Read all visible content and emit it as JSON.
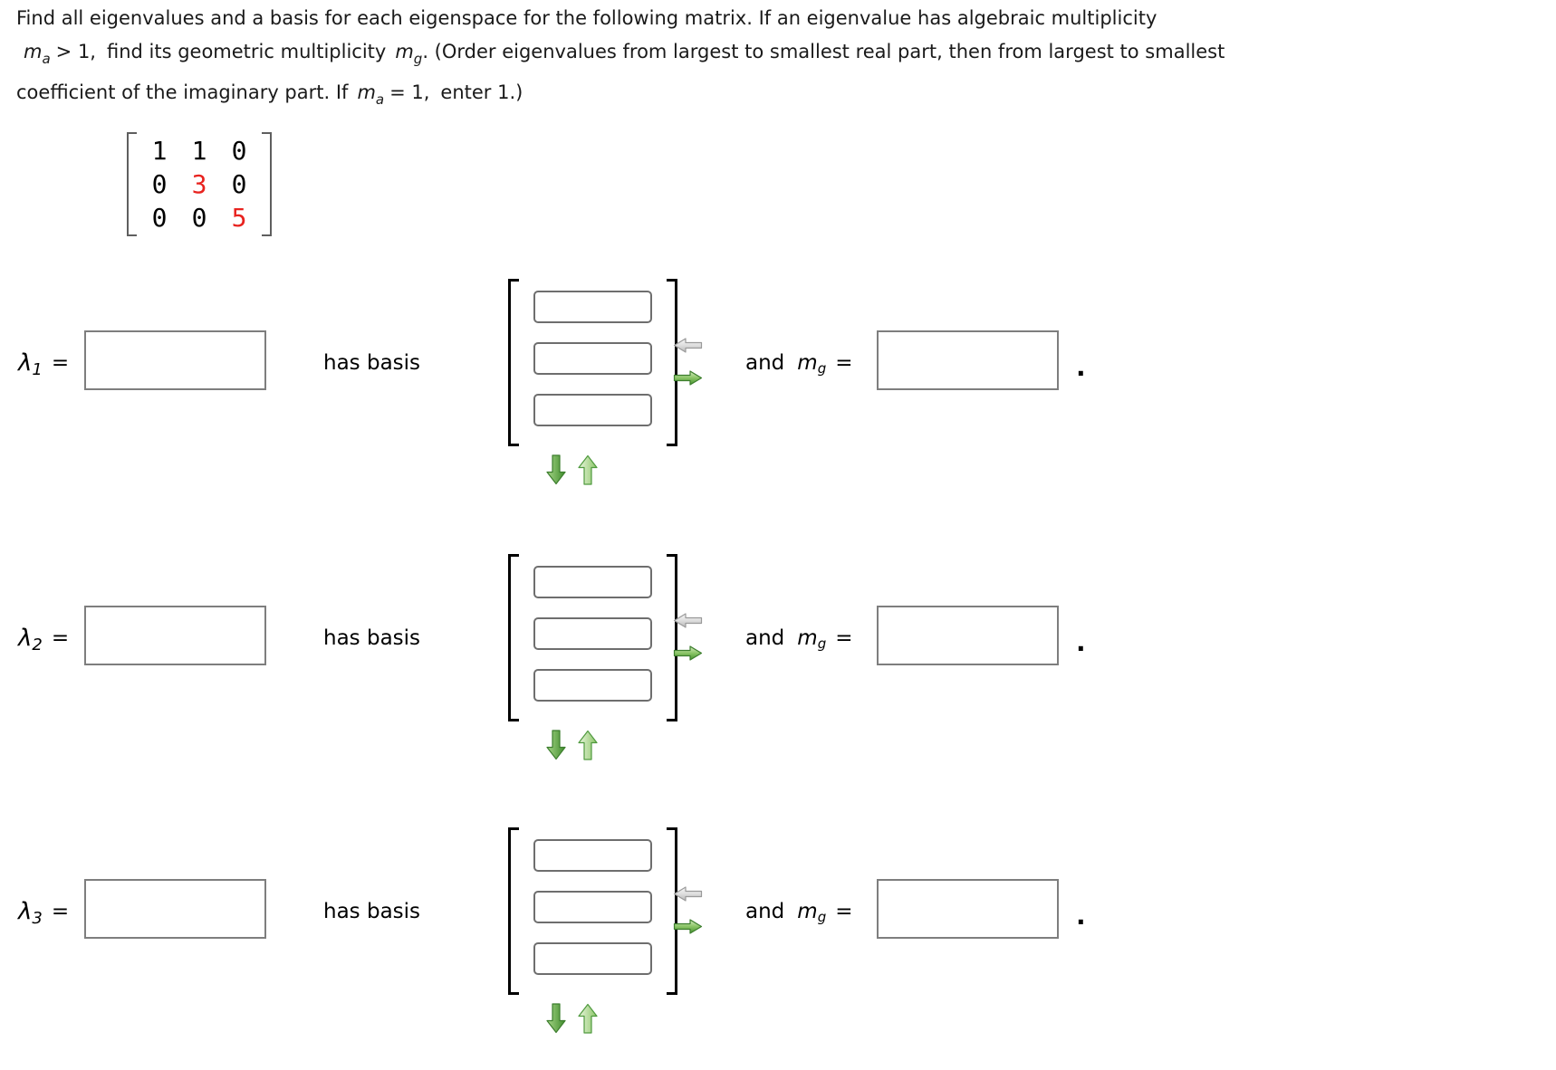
{
  "colors": {
    "matrix_highlight_red": "#e8231f",
    "arrow_green": "#47932f",
    "arrow_gray": "#c9c9c9",
    "box_border_gray": "#7e7e7e"
  },
  "problem": {
    "line1": "Find all eigenvalues and a basis for each eigenspace for the following matrix. If an eigenvalue has algebraic multiplicity",
    "line2": {
      "m1": "m",
      "m1_sub": "a",
      "seg1": "> 1,",
      "seg2": "find its geometric multiplicity",
      "m2": "m",
      "m2_sub": "g",
      "seg3": ". (Order eigenvalues from largest to smallest real part, then from largest to smallest"
    },
    "line3": {
      "seg1": "coefficient of the imaginary part. If",
      "m": "m",
      "m_sub": "a",
      "seg2": "= 1,",
      "seg3": "enter 1.)"
    }
  },
  "matrix": {
    "cells": [
      {
        "value": "1",
        "color": "#000000"
      },
      {
        "value": "1",
        "color": "#000000"
      },
      {
        "value": "0",
        "color": "#000000"
      },
      {
        "value": "0",
        "color": "#000000"
      },
      {
        "value": "3",
        "color": "#e8231f"
      },
      {
        "value": "0",
        "color": "#000000"
      },
      {
        "value": "0",
        "color": "#000000"
      },
      {
        "value": "0",
        "color": "#000000"
      },
      {
        "value": "5",
        "color": "#e8231f"
      }
    ]
  },
  "rows": [
    {
      "lambda": "λ",
      "sub": "1",
      "equals": "=",
      "value": "",
      "has_basis": "has basis",
      "vector": [
        "",
        "",
        ""
      ],
      "and": "and",
      "m": "m",
      "m_sub": "g",
      "mg_equals": "=",
      "mg_value": "",
      "period": "."
    },
    {
      "lambda": "λ",
      "sub": "2",
      "equals": "=",
      "value": "",
      "has_basis": "has basis",
      "vector": [
        "",
        "",
        ""
      ],
      "and": "and",
      "m": "m",
      "m_sub": "g",
      "mg_equals": "=",
      "mg_value": "",
      "period": "."
    },
    {
      "lambda": "λ",
      "sub": "3",
      "equals": "=",
      "value": "",
      "has_basis": "has basis",
      "vector": [
        "",
        "",
        ""
      ],
      "and": "and",
      "m": "m",
      "m_sub": "g",
      "mg_equals": "=",
      "mg_value": "",
      "period": "."
    }
  ]
}
